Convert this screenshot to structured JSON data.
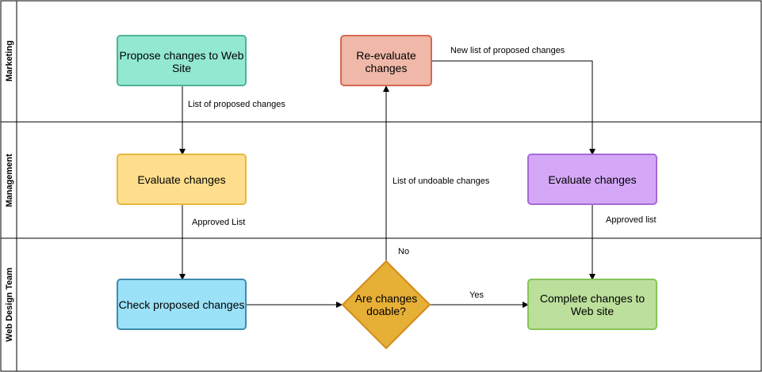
{
  "lanes": [
    {
      "title": "Marketing"
    },
    {
      "title": "Management"
    },
    {
      "title": "Web Design Team"
    }
  ],
  "nodes": {
    "propose": {
      "line1": "Propose changes to Web",
      "line2": "Site",
      "fill": "#93E8D2",
      "stroke": "#4DB396"
    },
    "reevaluate": {
      "line1": "Re-evaluate",
      "line2": "changes",
      "fill": "#EFB8A8",
      "stroke": "#D4694F"
    },
    "evaluate1": {
      "label": "Evaluate changes",
      "fill": "#FEDE8D",
      "stroke": "#E6B83E"
    },
    "evaluate2": {
      "label": "Evaluate changes",
      "fill": "#D4A8F7",
      "stroke": "#A56AD4"
    },
    "check": {
      "label": "Check proposed changes",
      "fill": "#9BE1F8",
      "stroke": "#3E8BB0"
    },
    "decision": {
      "line1": "Are changes",
      "line2": "doable?",
      "fill": "#E6AF36",
      "stroke": "#D48A1A"
    },
    "complete": {
      "line1": "Complete changes to",
      "line2": "Web site",
      "fill": "#BCDF9C",
      "stroke": "#86C457"
    }
  },
  "edges": {
    "list_proposed": "List of proposed changes",
    "approved_list_1": "Approved List",
    "no": "No",
    "list_undoable": "List of undoable changes",
    "new_list": "New list of proposed changes",
    "approved_list_2": "Approved list",
    "yes": "Yes"
  }
}
